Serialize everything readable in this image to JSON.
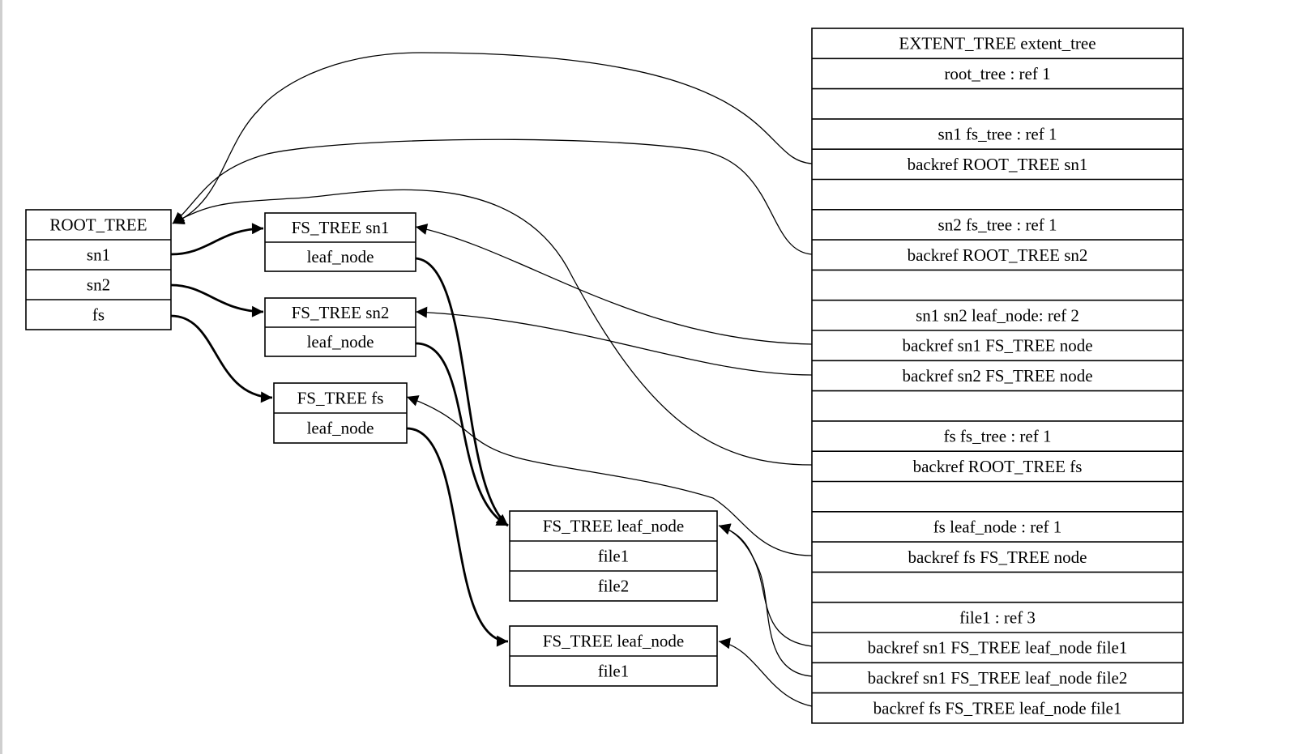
{
  "colors": {
    "background": "#ffffff",
    "stroke": "#000000",
    "text": "#000000",
    "page_edge": "#cfcfcf"
  },
  "nodes": {
    "root_tree": {
      "rows": [
        "ROOT_TREE",
        "sn1",
        "sn2",
        "fs"
      ]
    },
    "fs_tree_sn1": {
      "rows": [
        "FS_TREE sn1",
        "leaf_node"
      ]
    },
    "fs_tree_sn2": {
      "rows": [
        "FS_TREE sn2",
        "leaf_node"
      ]
    },
    "fs_tree_fs": {
      "rows": [
        "FS_TREE fs",
        "leaf_node"
      ]
    },
    "leaf_node_shared": {
      "rows": [
        "FS_TREE leaf_node",
        "file1",
        "file2"
      ]
    },
    "leaf_node_fs": {
      "rows": [
        "FS_TREE leaf_node",
        "file1"
      ]
    },
    "extent_tree": {
      "rows": [
        "EXTENT_TREE extent_tree",
        "root_tree : ref 1",
        "",
        "sn1 fs_tree : ref 1",
        "backref ROOT_TREE sn1",
        "",
        "sn2 fs_tree : ref 1",
        "backref ROOT_TREE sn2",
        "",
        "sn1 sn2 leaf_node: ref 2",
        "backref sn1 FS_TREE node",
        "backref sn2 FS_TREE node",
        "",
        "fs fs_tree : ref 1",
        "backref ROOT_TREE fs",
        "",
        "fs leaf_node : ref 1",
        "backref fs FS_TREE node",
        "",
        "file1 : ref 3",
        "backref sn1 FS_TREE leaf_node file1",
        "backref sn1 FS_TREE leaf_node file2",
        "backref fs FS_TREE leaf_node file1"
      ]
    }
  },
  "edges": [
    {
      "from": "root_tree.1",
      "to": "fs_tree_sn1.0",
      "style": "bold"
    },
    {
      "from": "root_tree.2",
      "to": "fs_tree_sn2.0",
      "style": "bold"
    },
    {
      "from": "root_tree.3",
      "to": "fs_tree_fs.0",
      "style": "bold"
    },
    {
      "from": "fs_tree_sn1.1",
      "to": "leaf_node_shared.0",
      "style": "bold"
    },
    {
      "from": "fs_tree_sn2.1",
      "to": "leaf_node_shared.0",
      "style": "bold"
    },
    {
      "from": "fs_tree_fs.1",
      "to": "leaf_node_fs.0",
      "style": "bold"
    },
    {
      "from": "extent_tree.4",
      "to": "root_tree.0",
      "style": "thin"
    },
    {
      "from": "extent_tree.7",
      "to": "root_tree.0",
      "style": "thin"
    },
    {
      "from": "extent_tree.14",
      "to": "root_tree.0",
      "style": "thin"
    },
    {
      "from": "extent_tree.10",
      "to": "fs_tree_sn1.0",
      "style": "thin"
    },
    {
      "from": "extent_tree.11",
      "to": "fs_tree_sn2.0",
      "style": "thin"
    },
    {
      "from": "extent_tree.17",
      "to": "fs_tree_fs.0",
      "style": "thin"
    },
    {
      "from": "extent_tree.20",
      "to": "leaf_node_shared.0",
      "style": "thin"
    },
    {
      "from": "extent_tree.21",
      "to": "leaf_node_shared.0",
      "style": "thin"
    },
    {
      "from": "extent_tree.22",
      "to": "leaf_node_fs.0",
      "style": "thin"
    }
  ]
}
